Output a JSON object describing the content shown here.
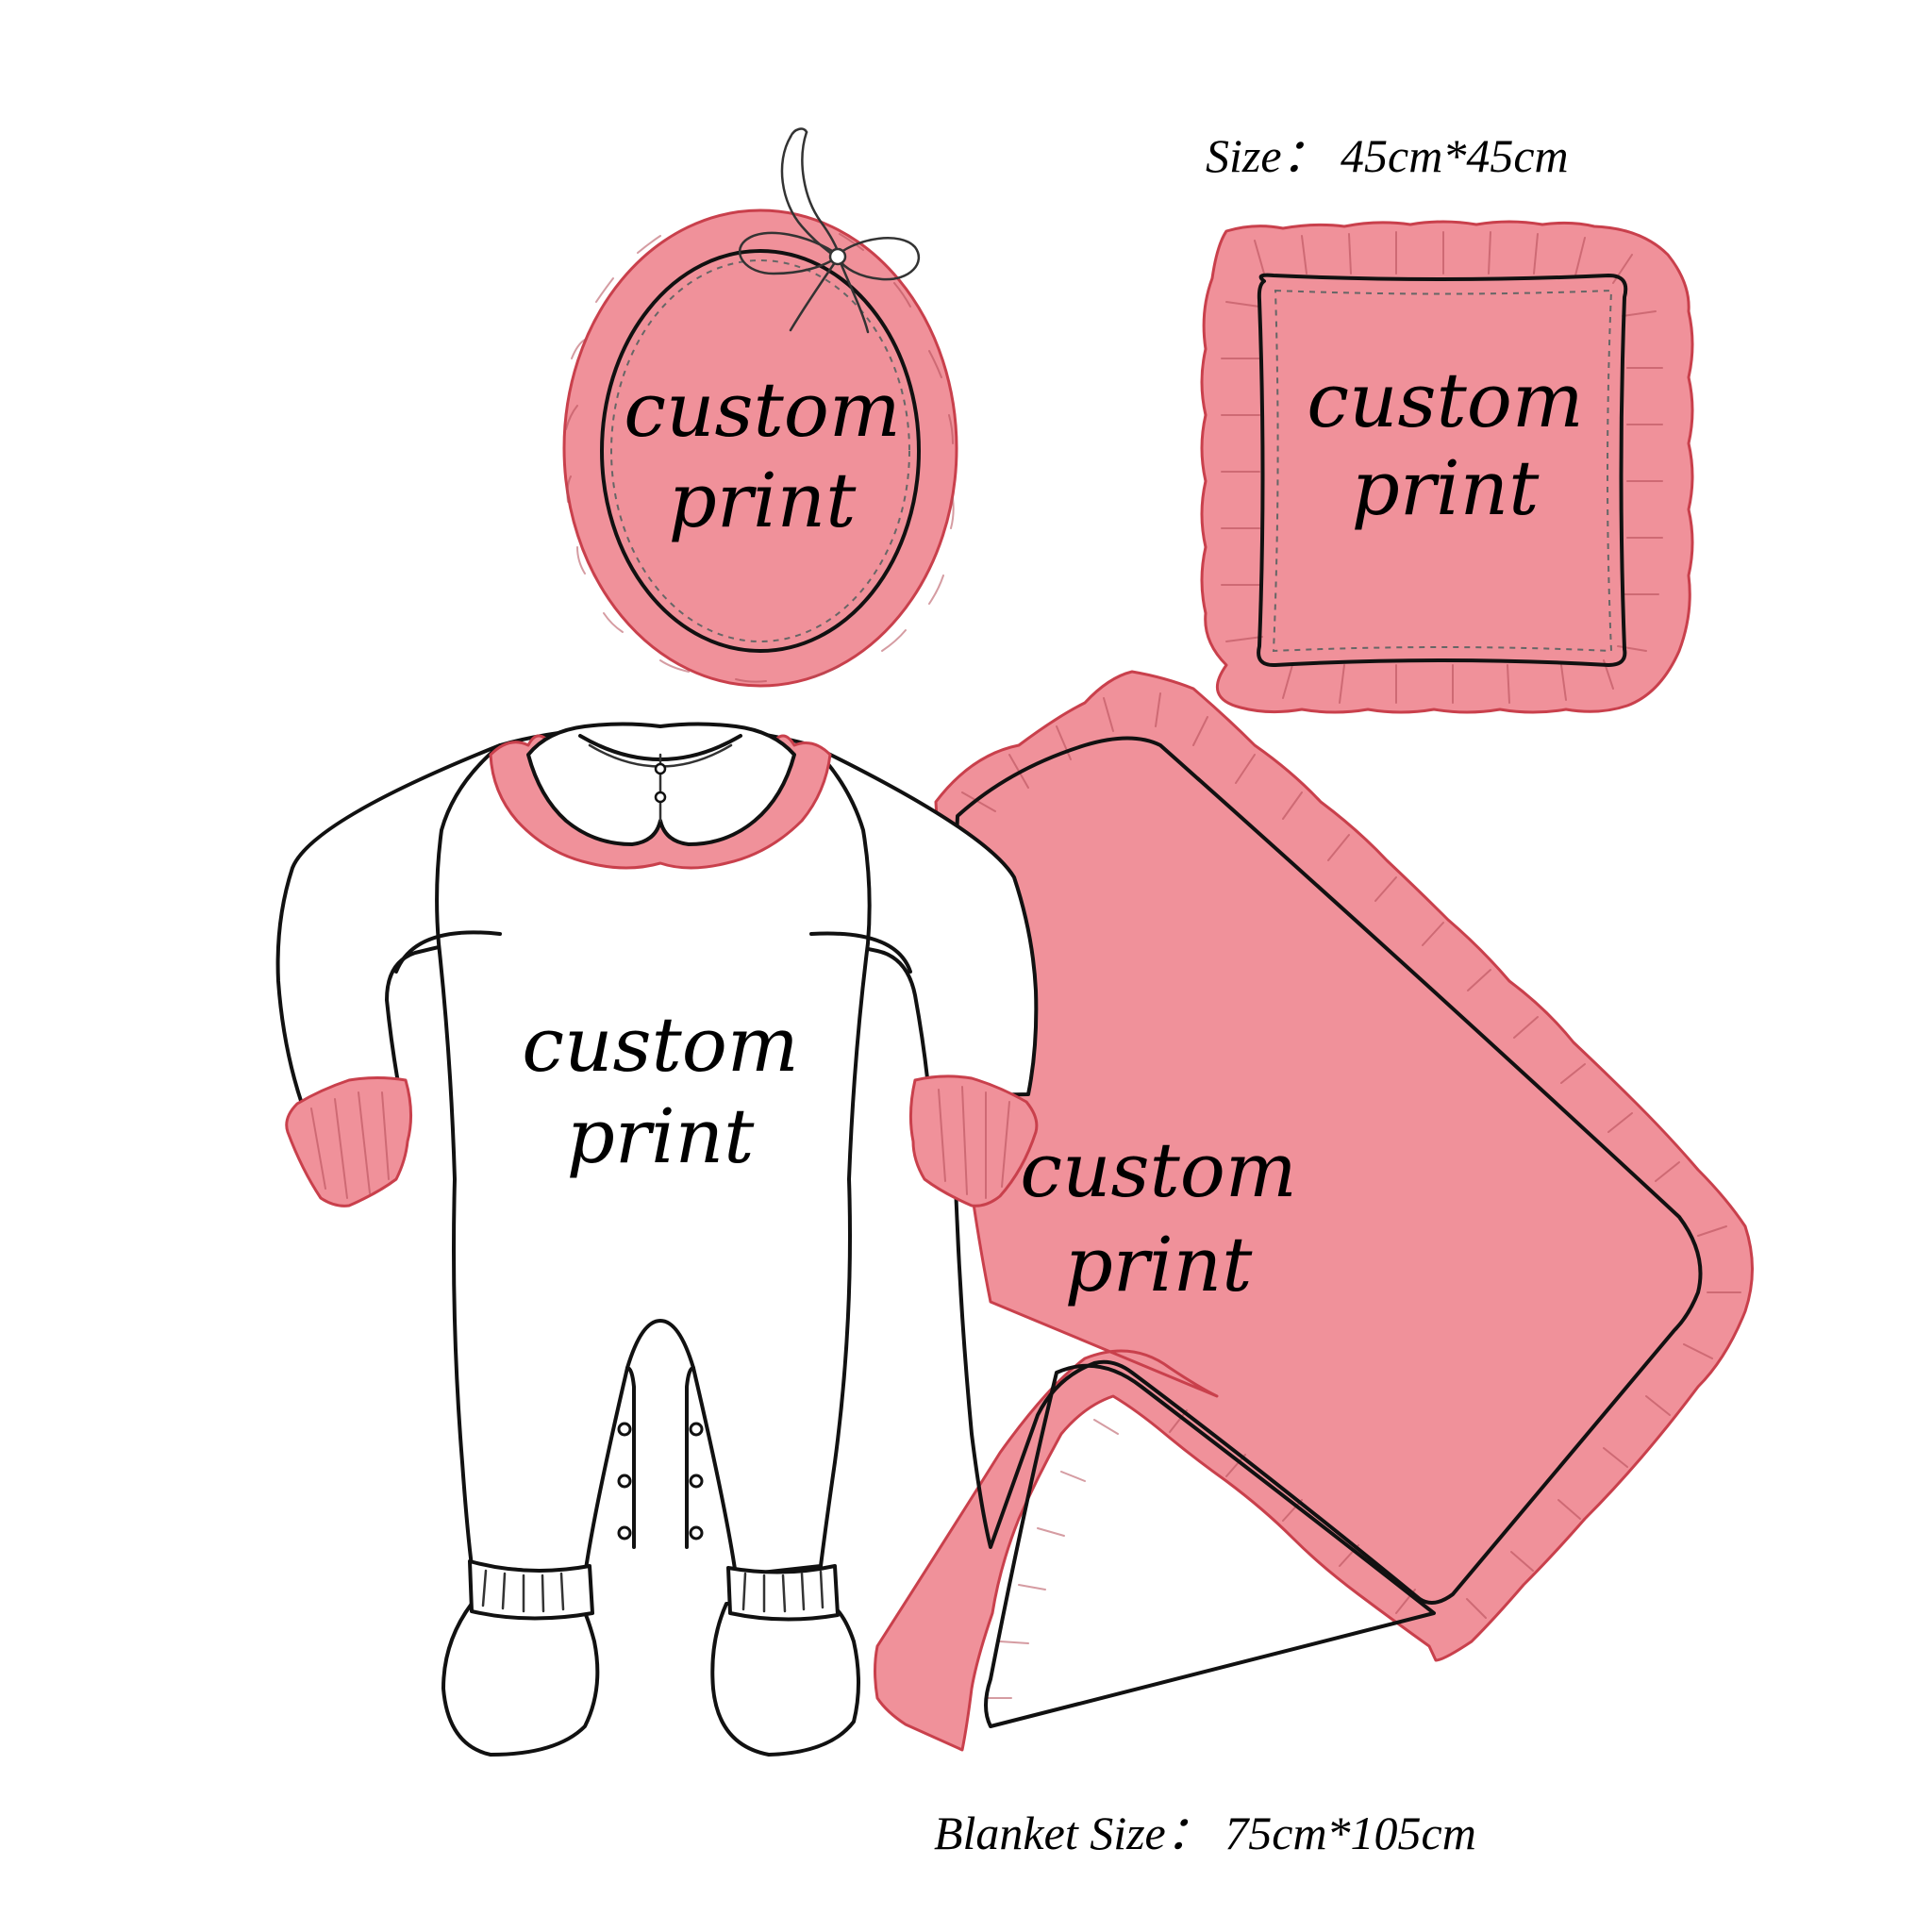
{
  "colors": {
    "ruffle": "#f0919a",
    "outline": "#111111",
    "fabric": "#ffffff"
  },
  "bib": {
    "print_line1": "custom",
    "print_line2": "print"
  },
  "pillow": {
    "size_label": "Size：  45cm*45cm",
    "print_line1": "custom",
    "print_line2": "print"
  },
  "romper": {
    "print_line1": "custom",
    "print_line2": "print"
  },
  "blanket": {
    "print_line1": "custom",
    "print_line2": "print",
    "size_label": "Blanket Size：  75cm*105cm"
  }
}
